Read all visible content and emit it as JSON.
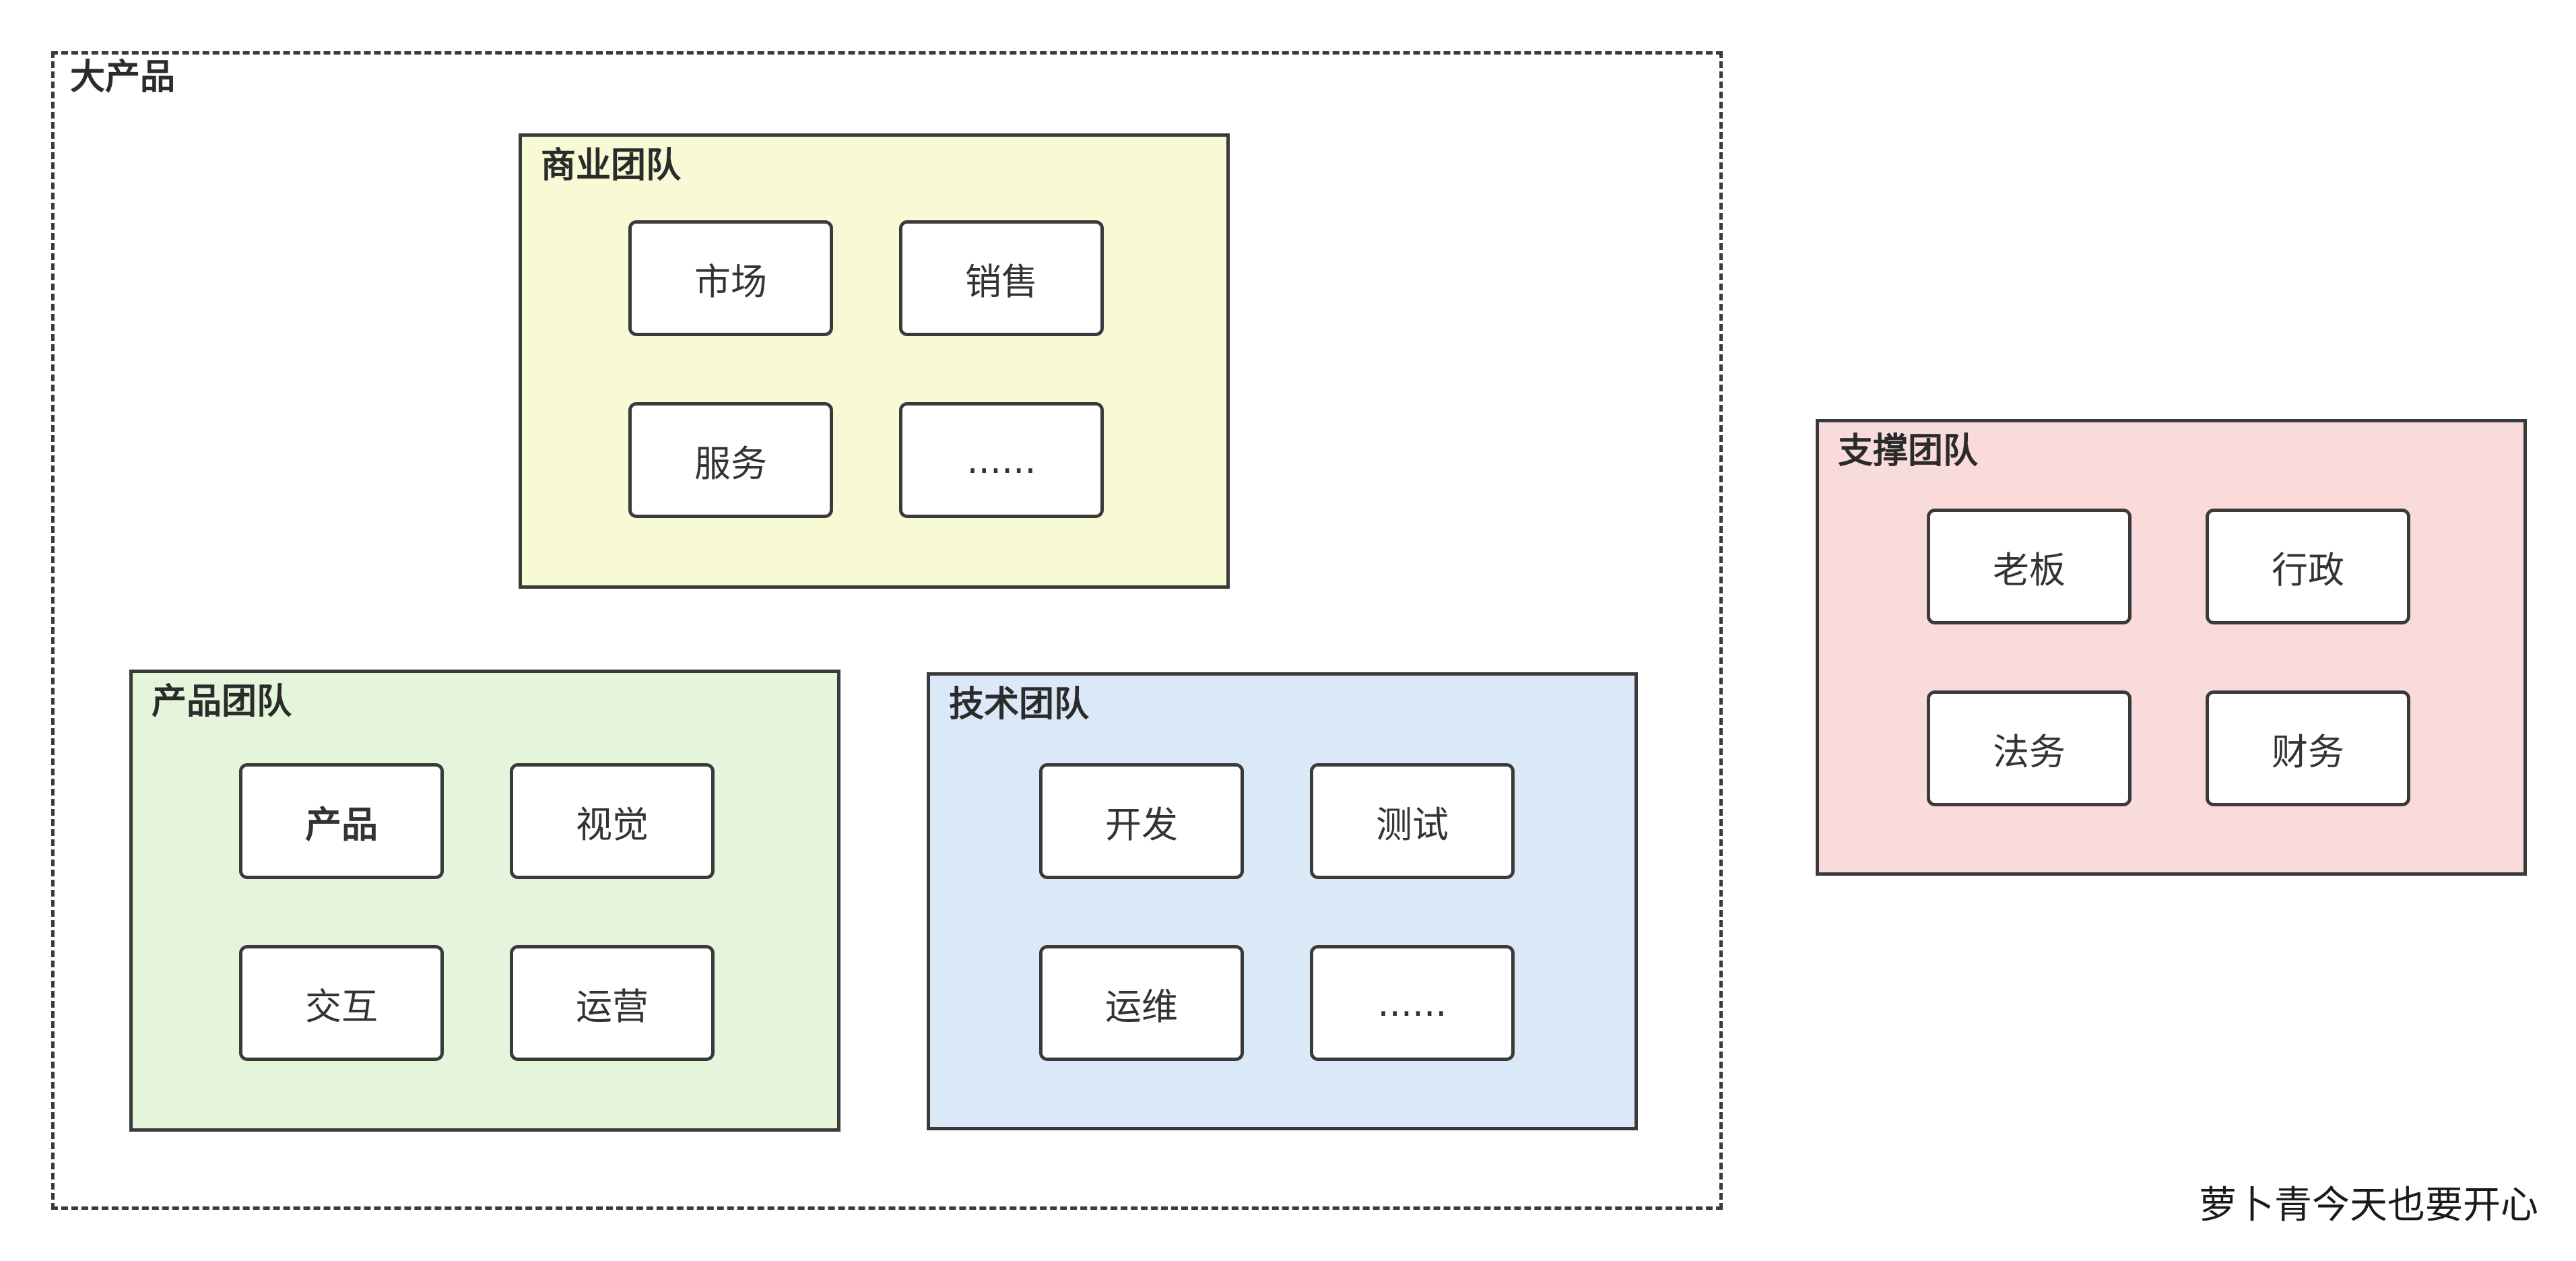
{
  "outer_title": "大产品",
  "colors": {
    "business_fill": "#f8fad6",
    "product_fill": "#e5f5dc",
    "tech_fill": "#dae8f8",
    "support_fill": "#f9dbdb",
    "border": "#3a3a3a"
  },
  "business_team": {
    "title": "商业团队",
    "items": [
      "市场",
      "销售",
      "服务",
      "......"
    ]
  },
  "product_team": {
    "title": "产品团队",
    "items": [
      "产品",
      "视觉",
      "交互",
      "运营"
    ]
  },
  "tech_team": {
    "title": "技术团队",
    "items": [
      "开发",
      "测试",
      "运维",
      "......"
    ]
  },
  "support_team": {
    "title": "支撑团队",
    "items": [
      "老板",
      "行政",
      "法务",
      "财务"
    ]
  },
  "watermark": "萝卜青今天也要开心"
}
